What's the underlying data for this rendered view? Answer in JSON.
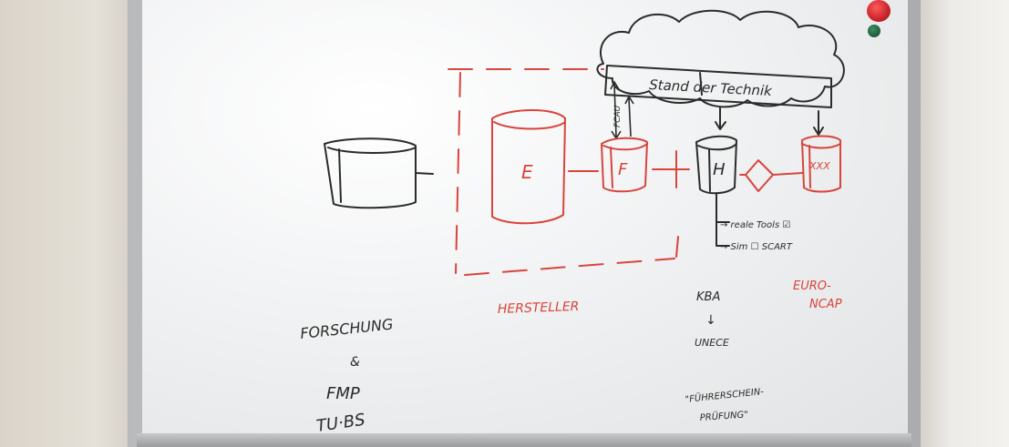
{
  "whiteboard": {
    "cloud_label": "Stand der Technik",
    "arrow_label": "FCAU",
    "box_e": "E",
    "box_f": "F",
    "box_h": "H",
    "box_xxx": "XXX",
    "tools_line1": "→ reale Tools ☑",
    "tools_line2": "→ Sim ☐ SCART",
    "hersteller": "HERSTELLER",
    "kba": "KBA",
    "kba_arrow": "↓",
    "unece": "UNECE",
    "euroncap_line1": "EURO-",
    "euroncap_line2": "NCAP",
    "forschung": "FORSCHUNG",
    "forschung_amp": "&",
    "fmp": "FMP",
    "tubs": "TU·BS",
    "fuehrerschein_line1": "\"FÜHRERSCHEIN-",
    "fuehrerschein_line2": "PRÜFUNG\""
  },
  "colors": {
    "black_marker": "#2b2b2b",
    "red_marker": "#d9443c",
    "magnet_red": "#c8242b",
    "magnet_green": "#1e5b3c"
  }
}
